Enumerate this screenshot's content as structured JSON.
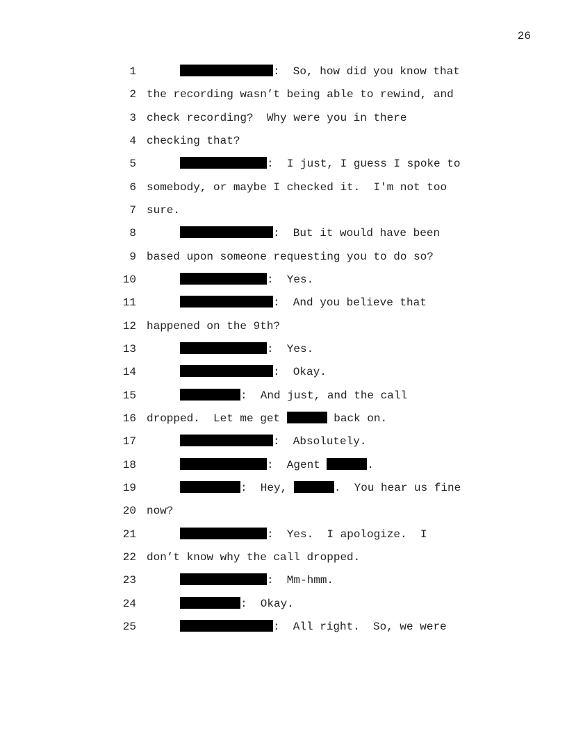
{
  "page_number": "26",
  "lines": [
    {
      "n": "1",
      "speaker": "long",
      "segs": [
        {
          "t": ":  So, how did you know that"
        }
      ]
    },
    {
      "n": "2",
      "segs": [
        {
          "t": "the recording wasn’t being able to rewind, and"
        }
      ]
    },
    {
      "n": "3",
      "segs": [
        {
          "t": "check recording?  Why were you in there"
        }
      ]
    },
    {
      "n": "4",
      "segs": [
        {
          "t": "checking that?"
        }
      ]
    },
    {
      "n": "5",
      "speaker": "medium",
      "segs": [
        {
          "t": ":  I just, I guess I spoke to"
        }
      ]
    },
    {
      "n": "6",
      "segs": [
        {
          "t": "somebody, or maybe I checked it.  I'm not too"
        }
      ]
    },
    {
      "n": "7",
      "segs": [
        {
          "t": "sure."
        }
      ]
    },
    {
      "n": "8",
      "speaker": "long",
      "segs": [
        {
          "t": ":  But it would have been"
        }
      ]
    },
    {
      "n": "9",
      "segs": [
        {
          "t": "based upon someone requesting you to do so?"
        }
      ]
    },
    {
      "n": "10",
      "speaker": "medium",
      "segs": [
        {
          "t": ":  Yes."
        }
      ]
    },
    {
      "n": "11",
      "speaker": "long",
      "segs": [
        {
          "t": ":  And you believe that"
        }
      ]
    },
    {
      "n": "12",
      "segs": [
        {
          "t": "happened on the 9th?"
        }
      ]
    },
    {
      "n": "13",
      "speaker": "medium",
      "segs": [
        {
          "t": ":  Yes."
        }
      ]
    },
    {
      "n": "14",
      "speaker": "long",
      "segs": [
        {
          "t": ":  Okay."
        }
      ]
    },
    {
      "n": "15",
      "speaker": "short",
      "segs": [
        {
          "t": ":  And just, and the call"
        }
      ]
    },
    {
      "n": "16",
      "segs": [
        {
          "t": "dropped.  Let me get "
        },
        {
          "r": "inline"
        },
        {
          "t": " back on."
        }
      ]
    },
    {
      "n": "17",
      "speaker": "long",
      "segs": [
        {
          "t": ":  Absolutely."
        }
      ]
    },
    {
      "n": "18",
      "speaker": "medium",
      "segs": [
        {
          "t": ":  Agent "
        },
        {
          "r": "inline"
        },
        {
          "t": "."
        }
      ]
    },
    {
      "n": "19",
      "speaker": "short",
      "segs": [
        {
          "t": ":  Hey, "
        },
        {
          "r": "inline"
        },
        {
          "t": ".  You hear us fine"
        }
      ]
    },
    {
      "n": "20",
      "segs": [
        {
          "t": "now?"
        }
      ]
    },
    {
      "n": "21",
      "speaker": "medium",
      "segs": [
        {
          "t": ":  Yes.  I apologize.  I"
        }
      ]
    },
    {
      "n": "22",
      "segs": [
        {
          "t": "don’t know why the call dropped."
        }
      ]
    },
    {
      "n": "23",
      "speaker": "medium",
      "segs": [
        {
          "t": ":  Mm-hmm."
        }
      ]
    },
    {
      "n": "24",
      "speaker": "short",
      "segs": [
        {
          "t": ":  Okay."
        }
      ]
    },
    {
      "n": "25",
      "speaker": "long",
      "segs": [
        {
          "t": ":  All right.  So, we were"
        }
      ]
    }
  ]
}
